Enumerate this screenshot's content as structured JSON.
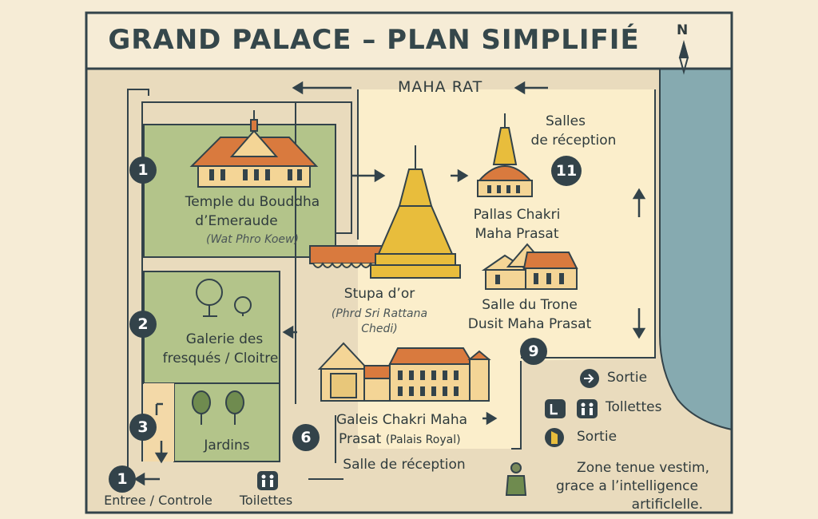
{
  "title": "GRAND PALACE – PLAN SIMPLIFIÉ",
  "compass": {
    "letter": "N"
  },
  "road": {
    "name": "MAHA RAT"
  },
  "places": {
    "temple": {
      "number": "1",
      "name_line1": "Temple du Bouddha",
      "name_line2": "d’Emeraude",
      "subtitle": "(Wat Phro Koew)"
    },
    "galerie": {
      "number": "2",
      "name_line1": "Galerie des",
      "name_line2": "fresqués / Cloitre"
    },
    "jardins": {
      "number": "3",
      "name": "Jardins"
    },
    "stupa": {
      "name": "Stupa d’or",
      "subtitle_line1": "(Phrd Sri Rattana",
      "subtitle_line2": "Chedi)"
    },
    "salles_reception": {
      "number": "11",
      "name_line1": "Salles",
      "name_line2": "de réception"
    },
    "pallas": {
      "name_line1": "Pallas Chakri",
      "name_line2": "Maha Prasat"
    },
    "salle_trone": {
      "number": "9",
      "name_line1": "Salle du Trone",
      "name_line2": "Dusit Maha Prasat"
    },
    "galeis": {
      "number": "6",
      "name_line1": "Galeis Chakri Maha",
      "name_line2": "Prasat",
      "name_line2_extra": "(Palais Royal)"
    },
    "salle_reception_bas": {
      "name": "Salle de réception"
    },
    "entree": {
      "number": "1",
      "name": "Entree / Controle"
    },
    "toilettes_bas": {
      "name": "Toilettes"
    }
  },
  "legend": [
    {
      "icon": "exit-arrow-icon",
      "label": "Sortie"
    },
    {
      "icon": "toilets-icon",
      "label": "Tollettes"
    },
    {
      "icon": "exit-door-icon",
      "label": "Sortie"
    }
  ],
  "note": {
    "line1": "Zone tenue vestim,",
    "line2": "grace a l’intelligence",
    "line3": "artificlelle."
  },
  "colors": {
    "background": "#f6ecd6",
    "frame": "#33434a",
    "green_zone": "#b3c48a",
    "yellow_zone": "#fbeecb",
    "river": "#86aab0",
    "gold": "#e8bd3c",
    "roof": "#d97a3e"
  }
}
